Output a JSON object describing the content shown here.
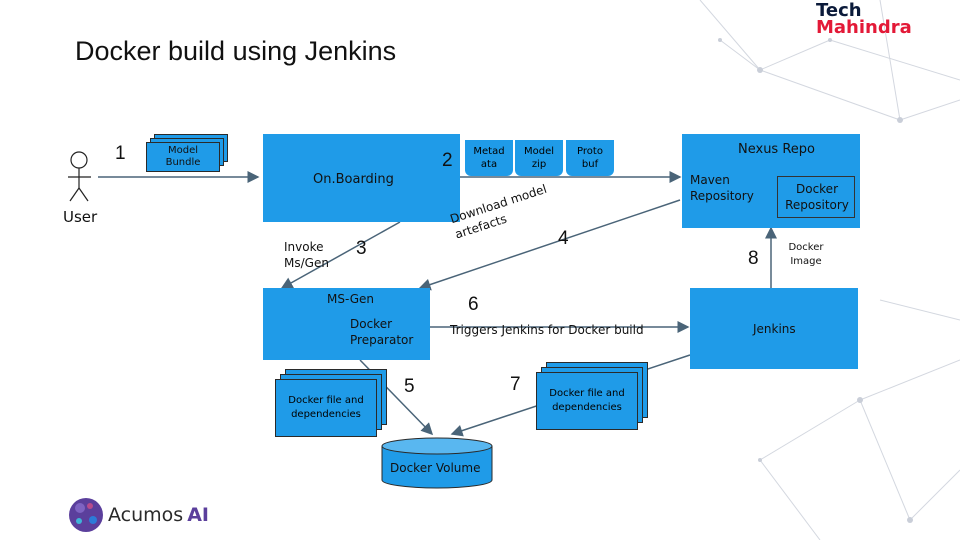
{
  "slide": {
    "title": "Docker build using Jenkins",
    "logo_tech": "Tech",
    "logo_mahindra": "Mahindra",
    "acumos_brand": "Acumos",
    "acumos_ai": "AI"
  },
  "actor": {
    "label": "User",
    "step": "1"
  },
  "bundle": {
    "label": "Model Bundle"
  },
  "onboarding": {
    "label": "On.Boarding",
    "step": "2"
  },
  "invoke": {
    "label": "Invoke Ms/Gen",
    "step": "3"
  },
  "artifacts": {
    "metadata": "Metad ata",
    "model_zip": "Model zip",
    "proto": "Proto buf",
    "download_label": "Download model artefacts",
    "step": "4"
  },
  "msgen": {
    "label": "MS-Gen",
    "preparator": "Docker Preparator"
  },
  "docker_files_left": {
    "label": "Docker file and dependencies",
    "step": "5"
  },
  "trigger": {
    "label": "Triggers Jenkins for Docker build",
    "step": "6"
  },
  "volume": {
    "label": "Docker Volume",
    "step": "7"
  },
  "docker_files_right": {
    "label": "Docker file and dependencies"
  },
  "nexus": {
    "label": "Nexus Repo",
    "maven": "Maven Repository",
    "docker_repo": "Docker Repository",
    "step": "8",
    "docker_image": "Docker Image"
  },
  "jenkins": {
    "label": "Jenkins"
  },
  "colors": {
    "accent": "#1f9be8",
    "brand_red": "#e31937",
    "brand_dark": "#0b1a3a"
  }
}
